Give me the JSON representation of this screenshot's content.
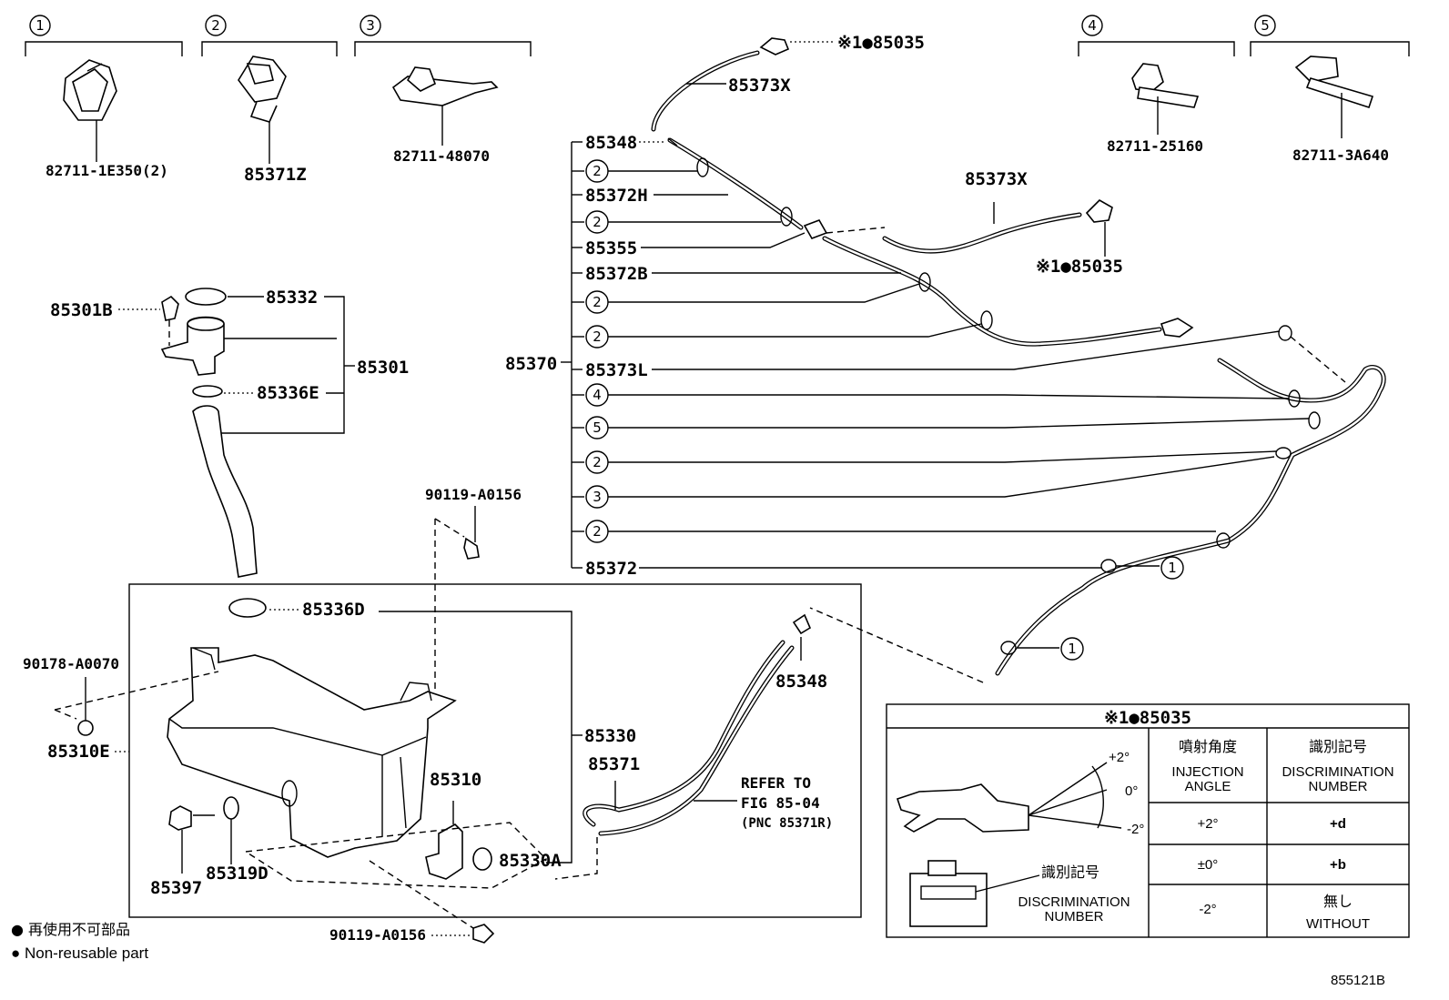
{
  "groups": [
    {
      "num": "1",
      "part": "82711-1E350(2)"
    },
    {
      "num": "2",
      "part": "85371Z"
    },
    {
      "num": "3",
      "part": "82711-48070"
    },
    {
      "num": "4",
      "part": "82711-25160"
    },
    {
      "num": "5",
      "part": "82711-3A640"
    }
  ],
  "hose_labels": {
    "top_nozzle": "※1●85035",
    "mid_nozzle": "※1●85035",
    "tube_top": "85373X",
    "tube_mid": "85373X",
    "p85348_top": "85348",
    "p85372H": "85372H",
    "p85355": "85355",
    "p85372B": "85372B",
    "p85370": "85370",
    "p85373L": "85373L",
    "p85372": "85372",
    "clips": [
      "2",
      "2",
      "2",
      "2",
      "4",
      "5",
      "2",
      "3",
      "2"
    ],
    "clip_right_1": "1",
    "clip_right_2": "1"
  },
  "filler": {
    "p85301B": "85301B",
    "p85332": "85332",
    "p85301": "85301",
    "p85336E": "85336E"
  },
  "tank": {
    "bolt_top": "90119-A0156",
    "bolt_bottom": "90119-A0156",
    "p90178": "90178-A0070",
    "p85310E": "85310E",
    "p85336D": "85336D",
    "p85330": "85330",
    "p85371": "85371",
    "p85310": "85310",
    "p85330A": "85330A",
    "p85397": "85397",
    "p85319D": "85319D",
    "p85348": "85348",
    "refer_1": "REFER TO",
    "refer_2": "FIG 85-04",
    "refer_3": "(PNC 85371R)"
  },
  "table": {
    "title": "※1●85035",
    "col1_jp": "噴射角度",
    "col1_en_1": "INJECTION",
    "col1_en_2": "ANGLE",
    "col2_jp": "識別記号",
    "col2_en_1": "DISCRIMINATION",
    "col2_en_2": "NUMBER",
    "rows": [
      {
        "angle": "+2°",
        "mark": "+d"
      },
      {
        "angle": "±0°",
        "mark": "+b"
      },
      {
        "angle": "-2°",
        "mark_jp": "無し",
        "mark_en": "WITHOUT"
      }
    ],
    "fig_angle_plus": "+2°",
    "fig_angle_zero": "0°",
    "fig_angle_minus": "-2°",
    "fig_mark_jp": "識別記号",
    "fig_mark_en_1": "DISCRIMINATION",
    "fig_mark_en_2": "NUMBER"
  },
  "legend": {
    "jp": "● 再使用不可部品",
    "en": "● Non-reusable part"
  },
  "figure_id": "855121B"
}
